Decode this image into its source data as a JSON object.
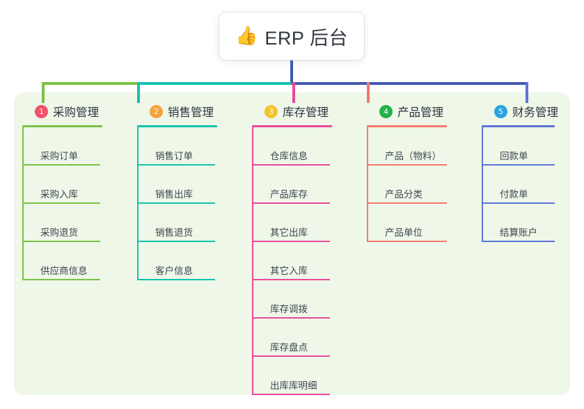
{
  "diagram": {
    "type": "mind-map",
    "root": {
      "emoji": "👍",
      "emoji_name": "thumbs-up-emoji",
      "title": "ERP 后台"
    },
    "panel_color": "#eef7e8",
    "stem_color": "#4257b2",
    "branches": [
      {
        "index": "1",
        "title": "采购管理",
        "badge_color": "#f2516a",
        "line_color": "#7ac143",
        "items": [
          "采购订单",
          "采购入库",
          "采购退货",
          "供应商信息"
        ]
      },
      {
        "index": "2",
        "title": "销售管理",
        "badge_color": "#f5a33c",
        "line_color": "#14c2ad",
        "items": [
          "销售订单",
          "销售出库",
          "销售退货",
          "客户信息"
        ]
      },
      {
        "index": "3",
        "title": "库存管理",
        "badge_color": "#f5c32c",
        "line_color": "#ec4899",
        "items": [
          "仓库信息",
          "产品库存",
          "其它出库",
          "其它入库",
          "库存调拨",
          "库存盘点",
          "出库库明细"
        ]
      },
      {
        "index": "4",
        "title": "产品管理",
        "badge_color": "#22b14c",
        "line_color": "#f4776b",
        "items": [
          "产品（物料）",
          "产品分类",
          "产品单位"
        ]
      },
      {
        "index": "5",
        "title": "财务管理",
        "badge_color": "#29a3e0",
        "line_color": "#5b73d8",
        "items": [
          "回款单",
          "付款单",
          "结算账户"
        ]
      }
    ]
  }
}
